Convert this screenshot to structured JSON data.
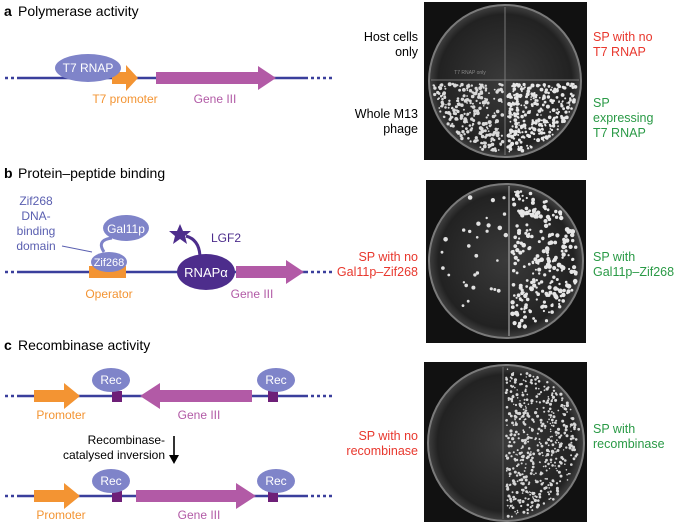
{
  "panels": [
    {
      "letter": "a",
      "title": "Polymerase activity",
      "labels": {
        "polymerase": "T7 RNAP",
        "promoter": "T7 promoter",
        "gene": "Gene III"
      },
      "plate": {
        "quadrant_text": "T7 RNAP only",
        "left_top": [
          "Host cells",
          "only"
        ],
        "left_bottom": [
          "Whole M13",
          "phage"
        ],
        "right_top": [
          "SP with no",
          "T7 RNAP"
        ],
        "right_bottom": [
          "SP",
          "expressing",
          "T7 RNAP"
        ]
      }
    },
    {
      "letter": "b",
      "title": "Protein–peptide binding",
      "labels": {
        "domain": [
          "Zif268",
          "DNA-",
          "binding",
          "domain"
        ],
        "gal11p": "Gal11p",
        "zif268": "Zif268",
        "peptide": "LGF2",
        "rnap": "RNAPα",
        "operator": "Operator",
        "gene": "Gene III"
      },
      "plate": {
        "left": [
          "SP with no",
          "Gal11p–Zif268"
        ],
        "right": [
          "SP with",
          "Gal11p–Zif268"
        ]
      }
    },
    {
      "letter": "c",
      "title": "Recombinase activity",
      "labels": {
        "rec": "Rec",
        "promoter": "Promoter",
        "gene": "Gene III",
        "inversion": [
          "Recombinase-",
          "catalysed inversion"
        ]
      },
      "plate": {
        "left": [
          "SP with no",
          "recombinase"
        ],
        "right": [
          "SP with",
          "recombinase"
        ]
      }
    }
  ],
  "colors": {
    "dna": "#3a3f9c",
    "protein": "#7f84c9",
    "dark_protein": "#4d2d8c",
    "promoter": "#f39433",
    "gene": "#b25aa6",
    "site": "#6e1f78",
    "red_text": "#e8382e",
    "green_text": "#2a9a46"
  }
}
